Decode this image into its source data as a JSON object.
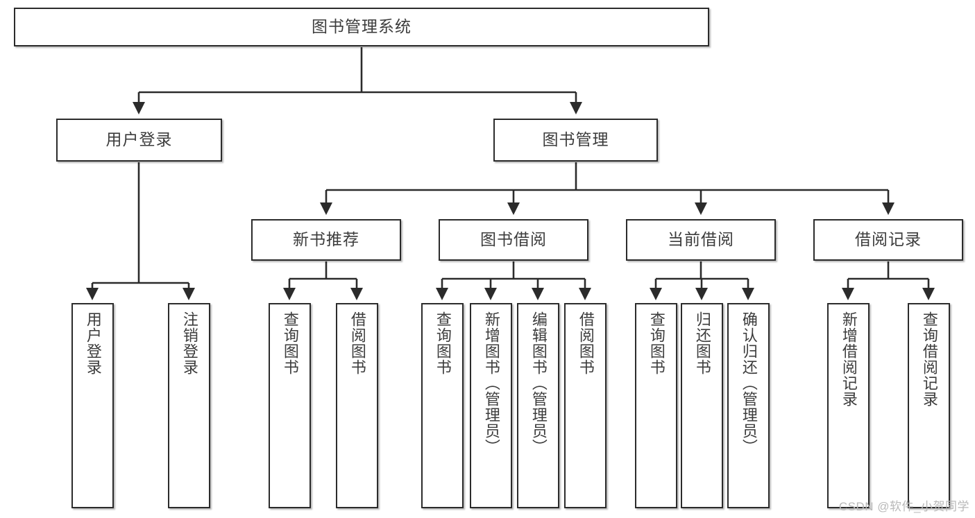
{
  "diagram": {
    "title": "图书管理系统",
    "type": "tree",
    "watermark": "CSDN @软件_小贺同学",
    "colors": {
      "border": "#2b2b2b",
      "text": "#3c3c3c",
      "background": "#ffffff",
      "edge": "#2b2b2b",
      "watermark": "#b9b9b9"
    },
    "nodes": {
      "root": {
        "label": "图书管理系统"
      },
      "level2": [
        {
          "id": "user-login",
          "label": "用户登录"
        },
        {
          "id": "book-management",
          "label": "图书管理"
        }
      ],
      "level3": [
        {
          "id": "new-book-recommend",
          "label": "新书推荐"
        },
        {
          "id": "book-borrow",
          "label": "图书借阅"
        },
        {
          "id": "current-borrow",
          "label": "当前借阅"
        },
        {
          "id": "borrow-record",
          "label": "借阅记录"
        }
      ],
      "leaves": {
        "user_login": [
          {
            "id": "leaf-user-login",
            "label": "用户登录"
          },
          {
            "id": "leaf-logout-login",
            "label": "注销登录"
          }
        ],
        "new_book_recommend": [
          {
            "id": "leaf-query-book-1",
            "label": "查询图书"
          },
          {
            "id": "leaf-borrow-book-1",
            "label": "借阅图书"
          }
        ],
        "book_borrow": [
          {
            "id": "leaf-query-book-2",
            "label": "查询图书"
          },
          {
            "id": "leaf-add-book",
            "label": "新增图书（管理员）"
          },
          {
            "id": "leaf-edit-book",
            "label": "编辑图书（管理员）"
          },
          {
            "id": "leaf-borrow-book-2",
            "label": "借阅图书"
          }
        ],
        "current_borrow": [
          {
            "id": "leaf-query-book-3",
            "label": "查询图书"
          },
          {
            "id": "leaf-return-book",
            "label": "归还图书"
          },
          {
            "id": "leaf-confirm-return",
            "label": "确认归还（管理员）"
          }
        ],
        "borrow_record": [
          {
            "id": "leaf-add-borrow-record",
            "label": "新增借阅记录"
          },
          {
            "id": "leaf-query-borrow-record",
            "label": "查询借阅记录"
          }
        ]
      }
    }
  }
}
